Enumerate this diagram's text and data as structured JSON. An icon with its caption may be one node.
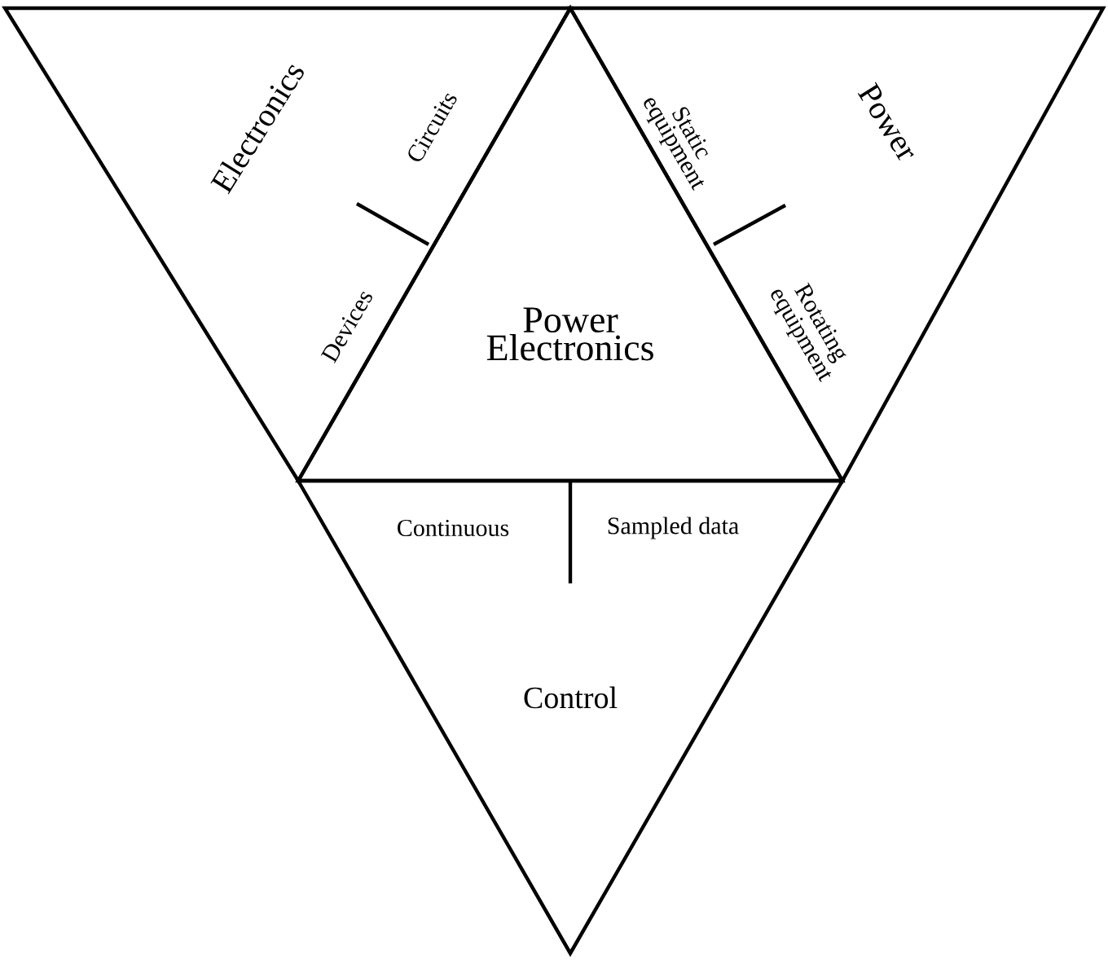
{
  "diagram": {
    "nodes": [
      {
        "text": [
          "Electronics",
          "Circuits",
          "Devices"
        ]
      },
      {
        "text": [
          "Power",
          "Static equipment",
          "Rotating equipment"
        ]
      },
      {
        "text": [
          "Power Electronics"
        ]
      },
      {
        "text": [
          "Control",
          "Continuous",
          "Sampled data"
        ]
      }
    ]
  }
}
